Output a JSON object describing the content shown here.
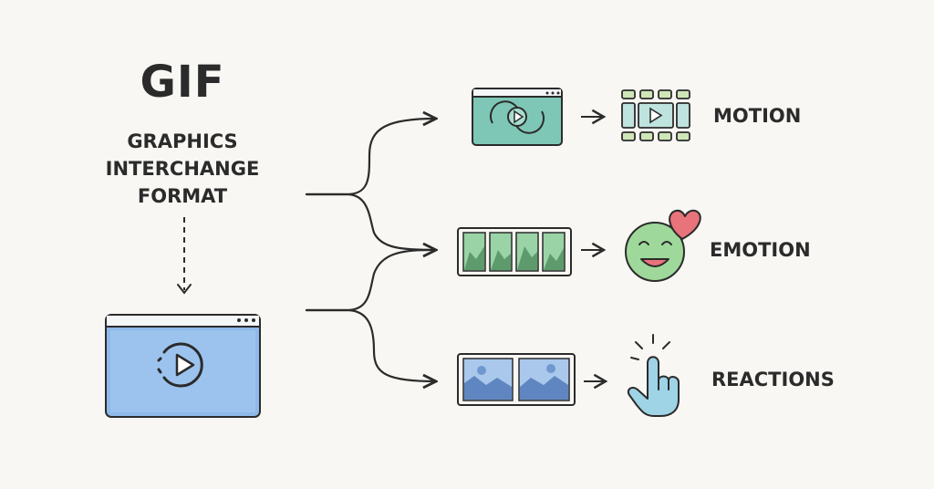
{
  "header": {
    "title": "GIF",
    "subtitle_lines": [
      "GRAPHICS",
      "INTERCHANGE",
      "FORMAT"
    ]
  },
  "branches": [
    {
      "label": "MOTION",
      "icon": "film-strip-play-icon"
    },
    {
      "label": "EMOTION",
      "icon": "smiley-heart-icon"
    },
    {
      "label": "REACTIONS",
      "icon": "pointing-hand-icon"
    }
  ],
  "colors": {
    "blue": "#8fb9ea",
    "green": "#8fd0ad",
    "green_dark": "#6aa878",
    "teal": "#7ec7b6",
    "heart": "#e8737b",
    "hand": "#9fd3e6",
    "stroke": "#2b2b2b"
  }
}
